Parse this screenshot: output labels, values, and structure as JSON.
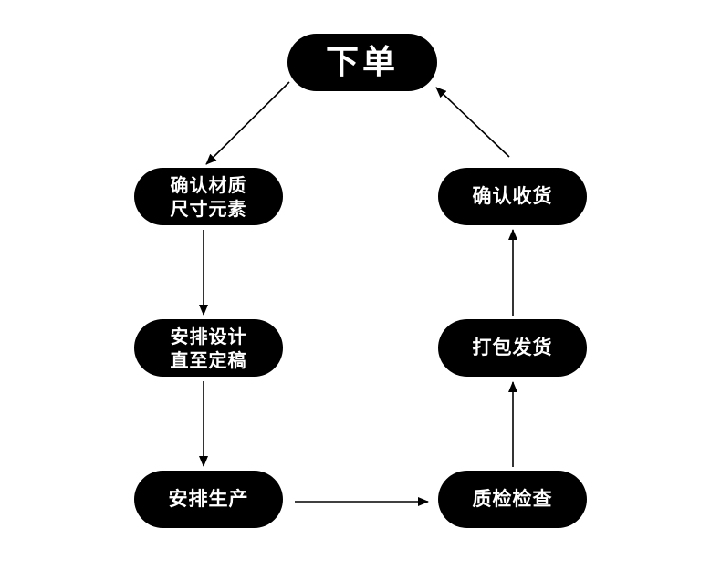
{
  "diagram": {
    "nodes": {
      "start": {
        "lines": [
          "下单"
        ]
      },
      "confirm_material": {
        "lines": [
          "确认材质",
          "尺寸元素"
        ]
      },
      "arrange_design": {
        "lines": [
          "安排设计",
          "直至定稿"
        ]
      },
      "arrange_production": {
        "lines": [
          "安排生产"
        ]
      },
      "quality_check": {
        "lines": [
          "质检检查"
        ]
      },
      "pack_ship": {
        "lines": [
          "打包发货"
        ]
      },
      "confirm_receipt": {
        "lines": [
          "确认收货"
        ]
      }
    },
    "colors": {
      "node_fill": "#000000",
      "node_text": "#ffffff",
      "arrow": "#000000",
      "background": "#ffffff"
    },
    "edges": [
      {
        "from": "start",
        "to": "confirm_material"
      },
      {
        "from": "confirm_material",
        "to": "arrange_design"
      },
      {
        "from": "arrange_design",
        "to": "arrange_production"
      },
      {
        "from": "arrange_production",
        "to": "quality_check"
      },
      {
        "from": "quality_check",
        "to": "pack_ship"
      },
      {
        "from": "pack_ship",
        "to": "confirm_receipt"
      },
      {
        "from": "confirm_receipt",
        "to": "start"
      }
    ]
  }
}
